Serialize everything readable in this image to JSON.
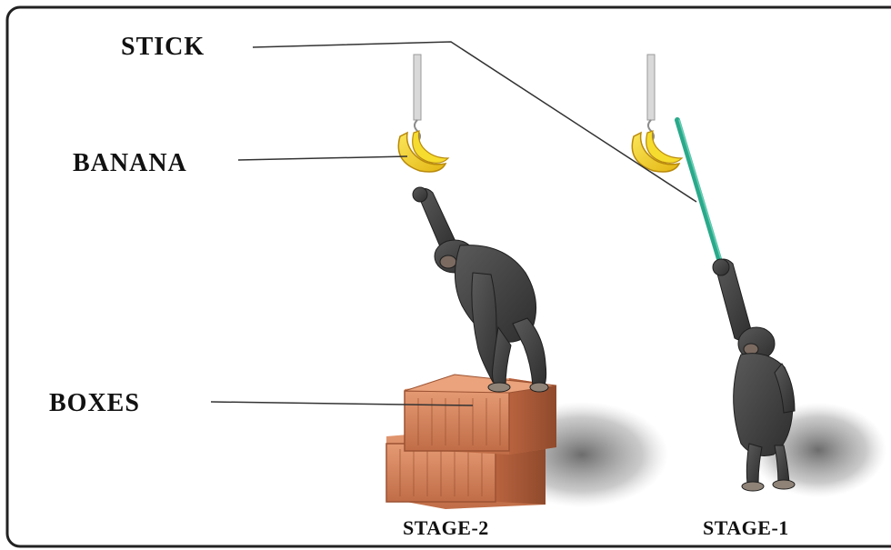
{
  "labels": {
    "stick": "STICK",
    "banana": "BANANA",
    "boxes": "BOXES",
    "stage_2": "STAGE-2",
    "stage_1": "STAGE-1"
  },
  "colors": {
    "frame": "#222222",
    "leader_line": "#333333",
    "banana": "#f2d21b",
    "banana_shade": "#c79a07",
    "stick": "#2aa98a",
    "box": "#d07f58",
    "box_dark": "#a9593a",
    "chimp": "#3b3b3b",
    "shadow": "#6d6d6d"
  }
}
